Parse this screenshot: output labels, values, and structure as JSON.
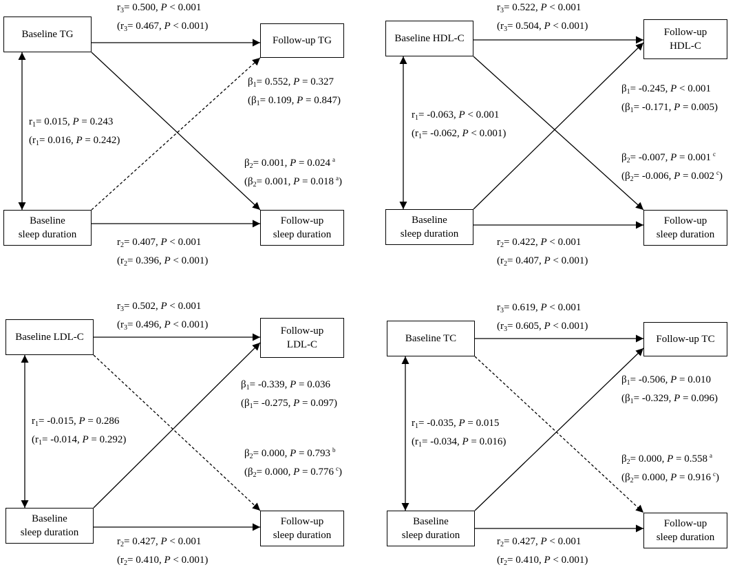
{
  "labels": {
    "baseline_tg": "Baseline TG",
    "followup_tg": "Follow-up TG",
    "baseline_hdl": "Baseline HDL-C",
    "followup_hdl_1": "Follow-up",
    "followup_hdl_2": "HDL-C",
    "baseline_ldl": "Baseline LDL-C",
    "followup_ldl_1": "Follow-up",
    "followup_ldl_2": "LDL-C",
    "baseline_tc": "Baseline TC",
    "followup_tc": "Follow-up TC",
    "baseline_sleep_1": "Baseline",
    "baseline_sleep_2": "sleep duration",
    "followup_sleep_1": "Follow-up",
    "followup_sleep_2": "sleep duration"
  },
  "panels": [
    {
      "id": "tg",
      "r3": {
        "coef": "0.500",
        "p": "< 0.001",
        "coef_adj": "0.467",
        "p_adj": "< 0.001"
      },
      "r1": {
        "coef": "0.015",
        "p": "= 0.243",
        "coef_adj": "0.016",
        "p_adj": "= 0.242"
      },
      "b1": {
        "coef": "0.552",
        "p": "= 0.327",
        "coef_adj": "0.109",
        "p_adj": "= 0.847"
      },
      "b2": {
        "coef": "0.001",
        "p": "= 0.024",
        "coef_adj": "0.001",
        "p_adj": "= 0.018",
        "sup": "a",
        "sup_adj": "a"
      },
      "r2": {
        "coef": "0.407",
        "p": "< 0.001",
        "coef_adj": "0.396",
        "p_adj": "< 0.001"
      },
      "b1_significant": false,
      "b2_significant": true
    },
    {
      "id": "hdl",
      "r3": {
        "coef": "0.522",
        "p": "< 0.001",
        "coef_adj": "0.504",
        "p_adj": "< 0.001"
      },
      "r1": {
        "coef": "-0.063",
        "p": "< 0.001",
        "coef_adj": "-0.062",
        "p_adj": "< 0.001"
      },
      "b1": {
        "coef": "-0.245",
        "p": "< 0.001",
        "coef_adj": "-0.171",
        "p_adj": "= 0.005"
      },
      "b2": {
        "coef": "-0.007",
        "p": "= 0.001",
        "coef_adj": "-0.006",
        "p_adj": "= 0.002",
        "sup": "c",
        "sup_adj": "c"
      },
      "r2": {
        "coef": "0.422",
        "p": "< 0.001",
        "coef_adj": "0.407",
        "p_adj": "< 0.001"
      },
      "b1_significant": true,
      "b2_significant": true
    },
    {
      "id": "ldl",
      "r3": {
        "coef": "0.502",
        "p": "< 0.001",
        "coef_adj": "0.496",
        "p_adj": "< 0.001"
      },
      "r1": {
        "coef": "-0.015",
        "p": "= 0.286",
        "coef_adj": "-0.014",
        "p_adj": "= 0.292"
      },
      "b1": {
        "coef": "-0.339",
        "p": "= 0.036",
        "coef_adj": "-0.275",
        "p_adj": "= 0.097"
      },
      "b2": {
        "coef": "0.000",
        "p": "= 0.793",
        "coef_adj": "0.000",
        "p_adj": "= 0.776",
        "sup": "b",
        "sup_adj": "c"
      },
      "r2": {
        "coef": "0.427",
        "p": "< 0.001",
        "coef_adj": "0.410",
        "p_adj": "< 0.001"
      },
      "b1_significant": true,
      "b2_significant": false
    },
    {
      "id": "tc",
      "r3": {
        "coef": "0.619",
        "p": "< 0.001",
        "coef_adj": "0.605",
        "p_adj": "< 0.001"
      },
      "r1": {
        "coef": "-0.035",
        "p": "= 0.015",
        "coef_adj": "-0.034",
        "p_adj": "= 0.016"
      },
      "b1": {
        "coef": "-0.506",
        "p": "= 0.010",
        "coef_adj": "-0.329",
        "p_adj": "= 0.096"
      },
      "b2": {
        "coef": "0.000",
        "p": "= 0.558",
        "coef_adj": "0.000",
        "p_adj": "= 0.916",
        "sup": "a",
        "sup_adj": "c"
      },
      "r2": {
        "coef": "0.427",
        "p": "< 0.001",
        "coef_adj": "0.410",
        "p_adj": "< 0.001"
      },
      "b1_significant": true,
      "b2_significant": false
    }
  ]
}
